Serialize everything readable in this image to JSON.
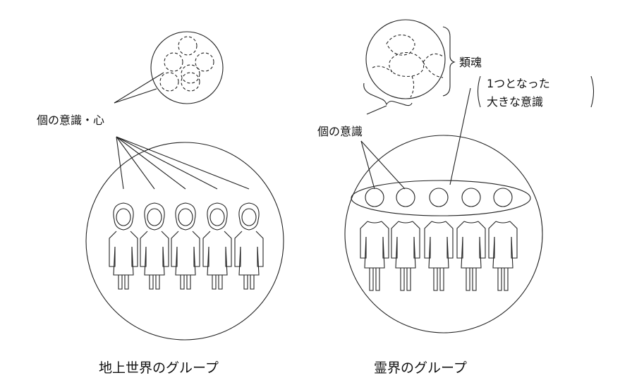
{
  "left_panel": {
    "label_individual": "個の意識・心",
    "caption": "地上世界のグループ"
  },
  "right_panel": {
    "label_individual": "個の意識",
    "label_group_soul": "類魂",
    "paren_line1": "1つとなった",
    "paren_line2": "大きな意識",
    "caption": "霊界のグループ"
  }
}
